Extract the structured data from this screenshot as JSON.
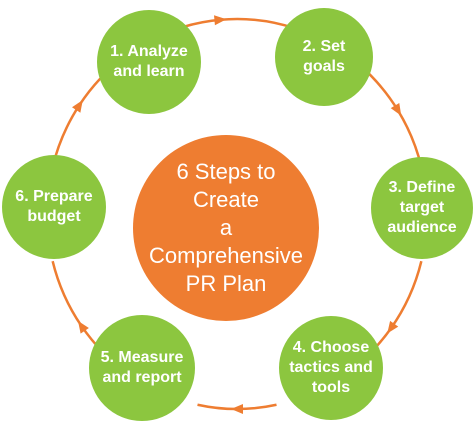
{
  "center": {
    "label": "6 Steps to Create\na Comprehensive\nPR Plan"
  },
  "steps": [
    {
      "label": "1. Analyze\nand learn"
    },
    {
      "label": "2. Set\ngoals"
    },
    {
      "label": "3. Define\ntarget\naudience"
    },
    {
      "label": "4. Choose\ntactics and\ntools"
    },
    {
      "label": "5. Measure\nand report"
    },
    {
      "label": "6. Prepare\nbudget"
    }
  ],
  "colors": {
    "step_fill": "#8cc63f",
    "center_fill": "#ee7d31",
    "ring_stroke": "#ee7d31"
  }
}
